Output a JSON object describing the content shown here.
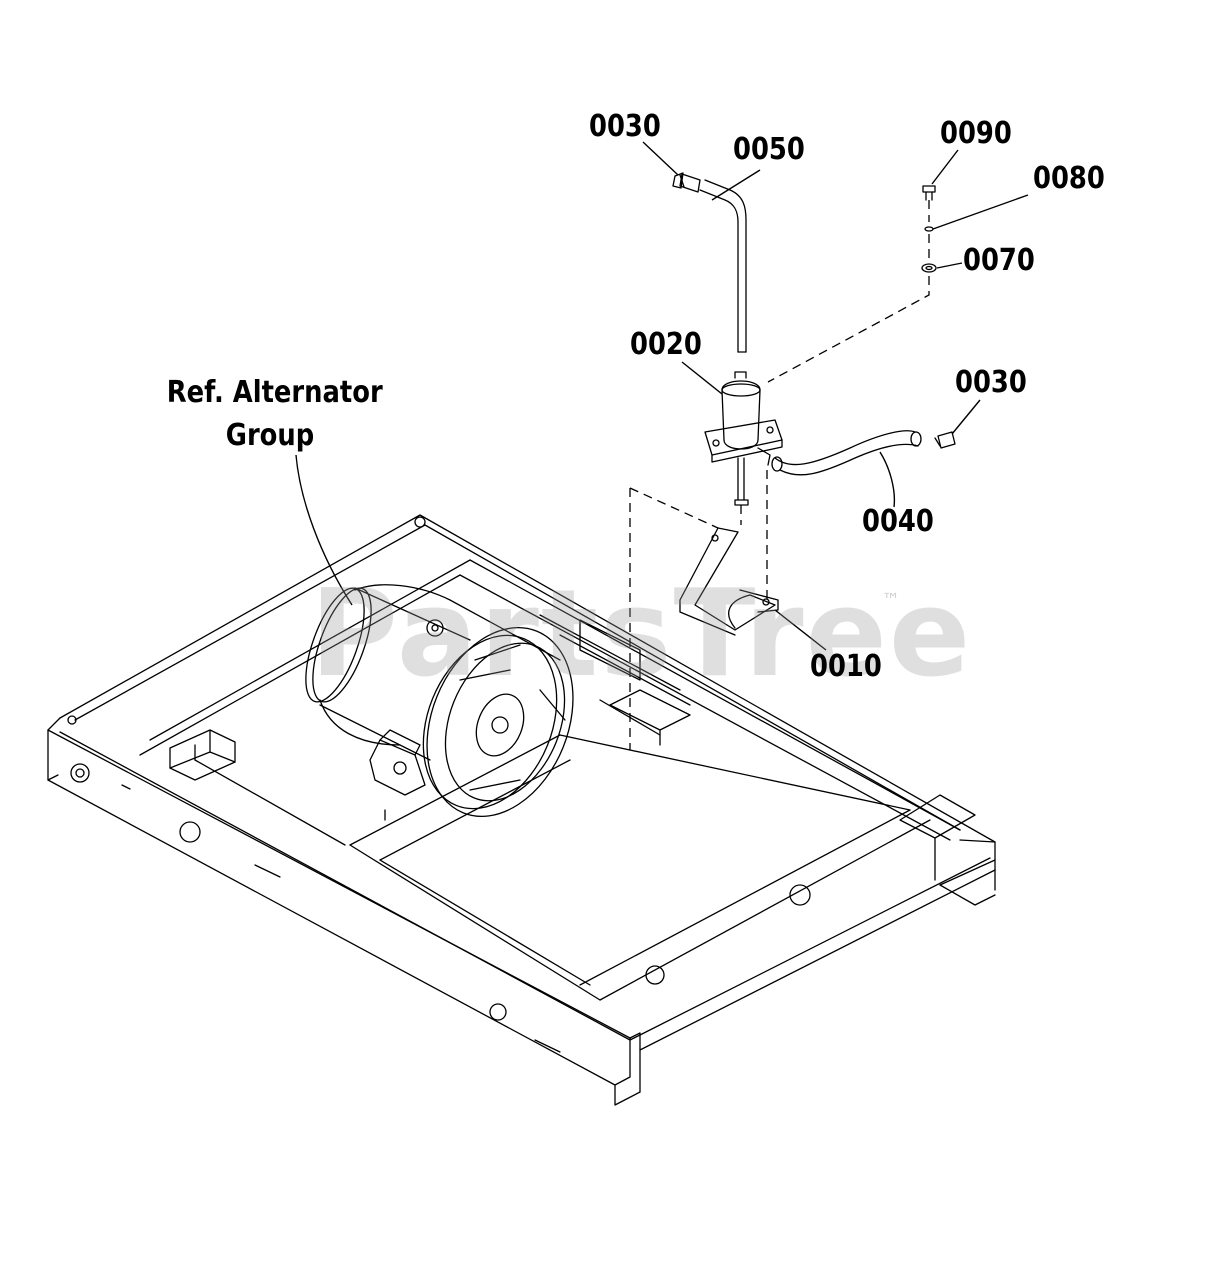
{
  "diagram": {
    "ref_label_line1": "Ref. Alternator",
    "ref_label_line2": "Group",
    "watermark": "PartsTree",
    "watermark_tm": "™",
    "callouts": {
      "p0030_top": "0030",
      "p0050": "0050",
      "p0090": "0090",
      "p0080": "0080",
      "p0070": "0070",
      "p0020": "0020",
      "p0030_right": "0030",
      "p0040": "0040",
      "p0010": "0010"
    }
  }
}
